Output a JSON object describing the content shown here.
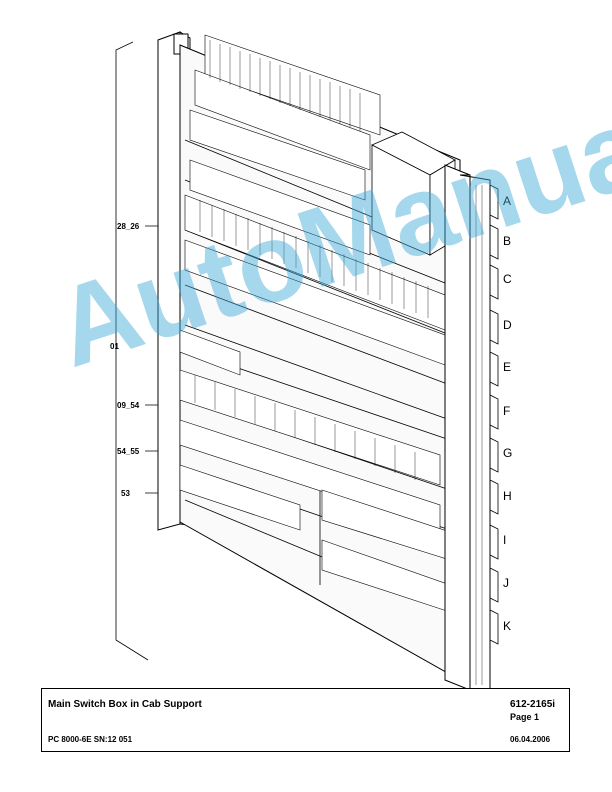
{
  "callouts": {
    "c1": "28_26",
    "c2": "01",
    "c3": "09_54",
    "c4": "54_55",
    "c5": "53"
  },
  "row_letters": [
    "A",
    "B",
    "C",
    "D",
    "E",
    "F",
    "G",
    "H",
    "I",
    "J",
    "K"
  ],
  "watermark": "AutoManual",
  "footer": {
    "title": "Main Switch Box in Cab Support",
    "part_number": "612-2165i",
    "page": "Page 1",
    "model": "PC 8000-6E SN:12 051",
    "date": "06.04.2006"
  }
}
